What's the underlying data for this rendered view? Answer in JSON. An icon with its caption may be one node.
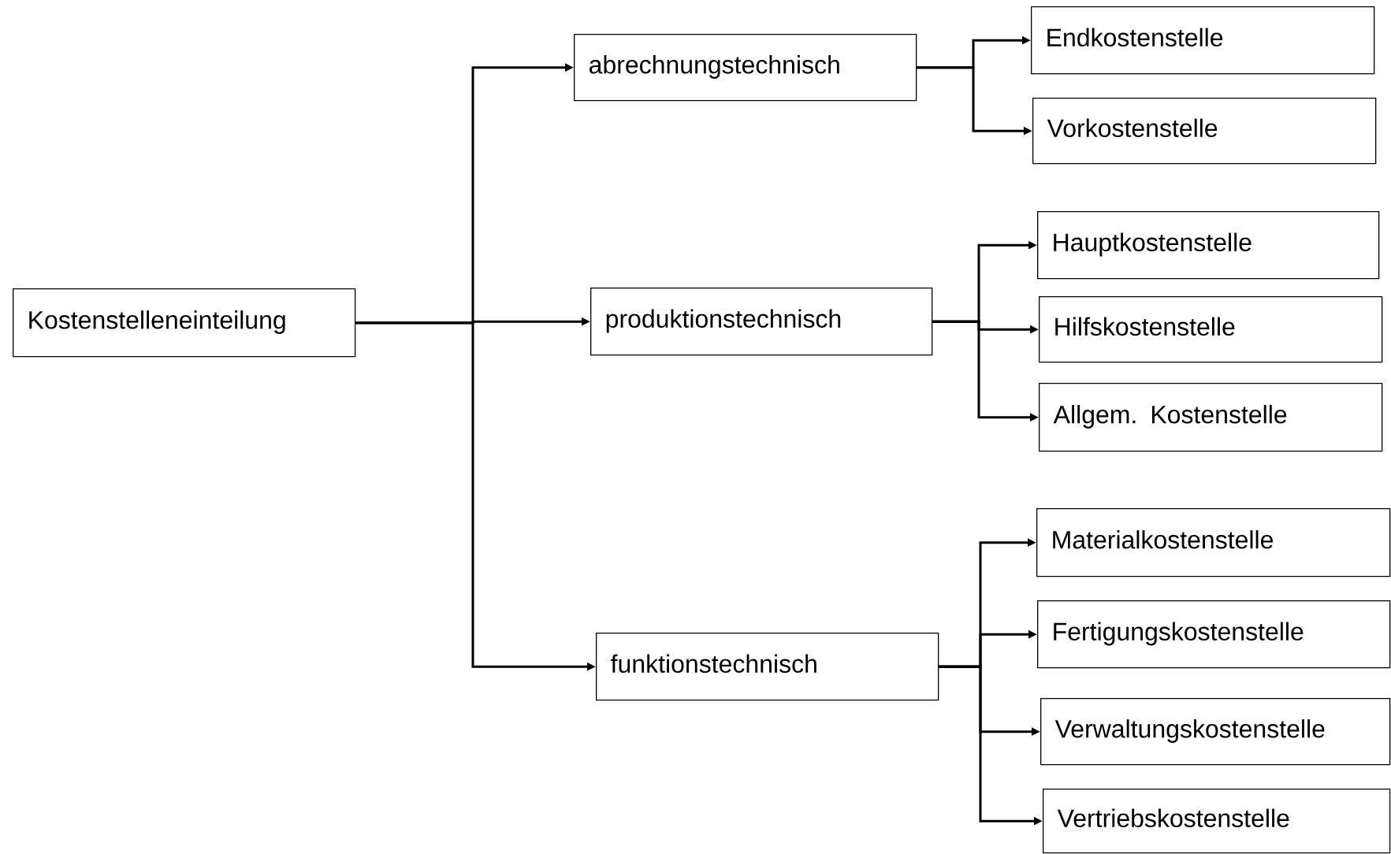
{
  "diagram": {
    "nodes": [
      {
        "text": [
          "Kostenstelleneinteilung"
        ]
      },
      {
        "text": [
          "abrechnungstechnisch"
        ]
      },
      {
        "text": [
          "produktionstechnisch"
        ]
      },
      {
        "text": [
          "funktionstechnisch"
        ]
      },
      {
        "text": [
          "Endkostenstelle"
        ]
      },
      {
        "text": [
          "Vorkostenstelle"
        ]
      },
      {
        "text": [
          "Hauptkostenstelle"
        ]
      },
      {
        "text": [
          "Hilfskostenstelle"
        ]
      },
      {
        "text": [
          "Allgem. Kostenstelle"
        ]
      },
      {
        "text": [
          "Materialkostenstelle"
        ]
      },
      {
        "text": [
          "Fertigungskostenstelle"
        ]
      },
      {
        "text": [
          "Verwaltungskostenstelle"
        ]
      },
      {
        "text": [
          "Vertriebskostenstelle"
        ]
      }
    ],
    "edges": [
      {
        "from": 0,
        "to": 1,
        "arrow": "to"
      },
      {
        "from": 0,
        "to": 2,
        "arrow": "to"
      },
      {
        "from": 0,
        "to": 3,
        "arrow": "to"
      },
      {
        "from": 1,
        "to": 4,
        "arrow": "to"
      },
      {
        "from": 1,
        "to": 5,
        "arrow": "to"
      },
      {
        "from": 2,
        "to": 6,
        "arrow": "to"
      },
      {
        "from": 2,
        "to": 7,
        "arrow": "to"
      },
      {
        "from": 2,
        "to": 8,
        "arrow": "to"
      },
      {
        "from": 3,
        "to": 9,
        "arrow": "to"
      },
      {
        "from": 3,
        "to": 10,
        "arrow": "to"
      },
      {
        "from": 3,
        "to": 11,
        "arrow": "to"
      },
      {
        "from": 3,
        "to": 12,
        "arrow": "to"
      }
    ]
  }
}
